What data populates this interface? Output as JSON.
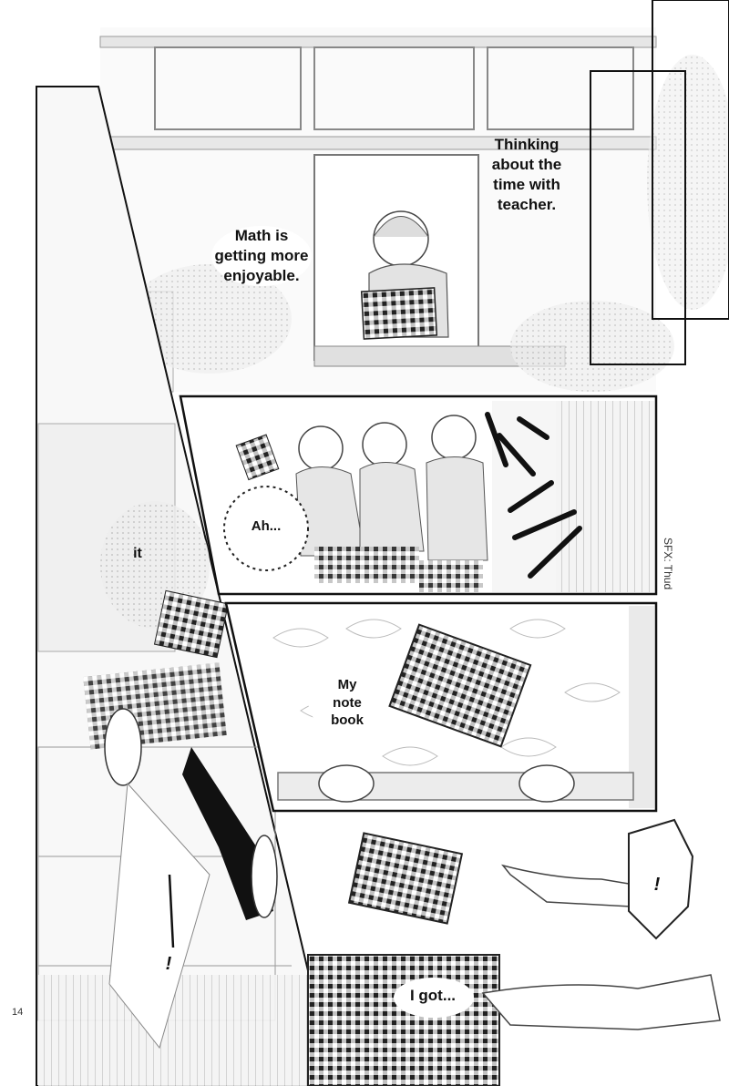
{
  "page": {
    "number": "14"
  },
  "captions": {
    "thinking": [
      "Thinking",
      "about the",
      "time with",
      "teacher."
    ],
    "math": [
      "Math is",
      "getting more",
      "enjoyable."
    ],
    "ah": "Ah...",
    "it": "it",
    "notebook": [
      "My",
      "note",
      "book"
    ],
    "i_got": "I got...",
    "exclaim_right": "!",
    "exclaim_left": "!"
  },
  "sfx": "SFX: Thud",
  "colors": {
    "ink": "#111111",
    "paper": "#ffffff",
    "screentone": "#d9d9d9"
  }
}
